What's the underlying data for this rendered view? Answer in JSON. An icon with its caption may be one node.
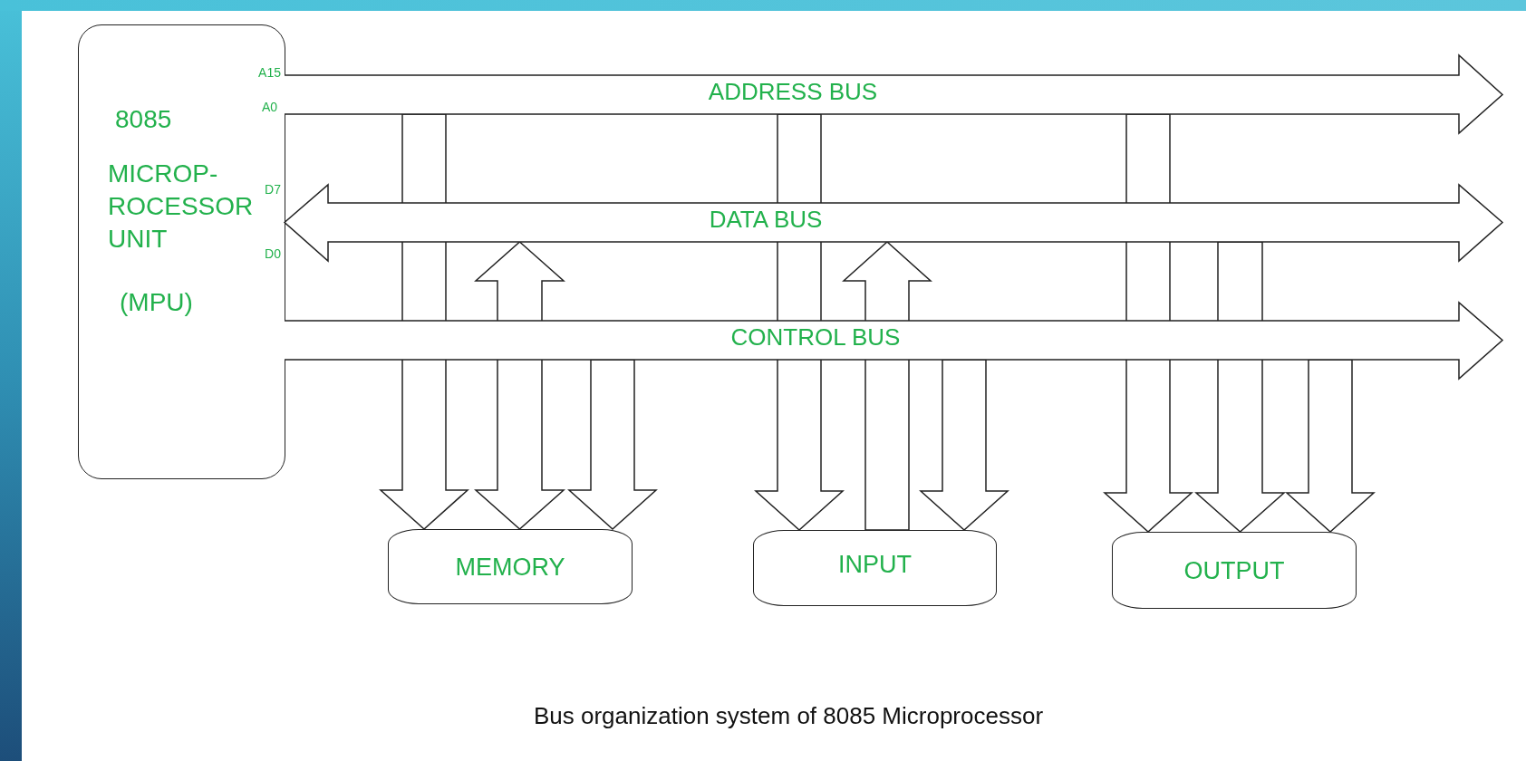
{
  "diagram": {
    "caption": "Bus organization system of 8085 Microprocessor",
    "nodes": [
      {
        "text": [
          "8085",
          "MICROP- ROCESSOR UNIT",
          "(MPU)"
        ]
      },
      {
        "text": [
          "ADDRESS BUS"
        ]
      },
      {
        "text": [
          "DATA BUS"
        ]
      },
      {
        "text": [
          "CONTROL BUS"
        ]
      },
      {
        "text": [
          "MEMORY"
        ]
      },
      {
        "text": [
          "INPUT"
        ]
      },
      {
        "text": [
          "OUTPUT"
        ]
      }
    ],
    "edges": [
      {
        "from": 1,
        "to": 4,
        "arrow": "to"
      },
      {
        "from": 2,
        "to": 4,
        "arrow": "both"
      },
      {
        "from": 3,
        "to": 4,
        "arrow": "to"
      },
      {
        "from": 1,
        "to": 5,
        "arrow": "to"
      },
      {
        "from": 5,
        "to": 2,
        "arrow": "to"
      },
      {
        "from": 3,
        "to": 5,
        "arrow": "to"
      },
      {
        "from": 1,
        "to": 6,
        "arrow": "to"
      },
      {
        "from": 2,
        "to": 6,
        "arrow": "to"
      },
      {
        "from": 3,
        "to": 6,
        "arrow": "to"
      }
    ],
    "labels": [
      "A15",
      "A0",
      "D7",
      "D0"
    ]
  }
}
